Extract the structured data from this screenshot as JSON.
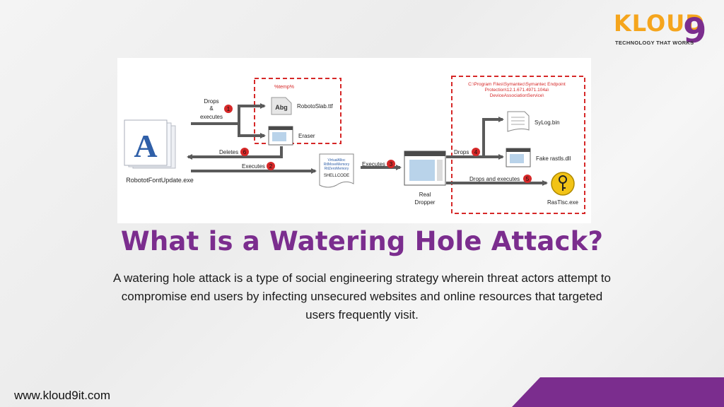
{
  "brand": {
    "logo_word": "KLOUD",
    "logo_digit": "9",
    "tagline": "TECHNOLOGY THAT WORKS",
    "colors": {
      "orange": "#f5a51d",
      "purple": "#7b2d8e",
      "red": "#d62828",
      "gray": "#5a5a5a"
    }
  },
  "diagram": {
    "source_file": "RobototFontUpdate.exe",
    "temp_box_label": "%temp%",
    "dropped_font": "RobotoSlab.ttf",
    "font_glyph": "Abg",
    "eraser": "Eraser",
    "shellcode_lines": [
      "VirtualAlloc",
      "RtlMoveMemory",
      "RtlZeroMemory"
    ],
    "shellcode_label": "SHELLCODE",
    "dropper_line1": "Real",
    "dropper_line2": "Dropper",
    "symantec_path_lines": [
      "C:\\Program Files\\Symantec\\Symantec Endpoint",
      "Protection\\12.1.671.4971.104a\\",
      "DeviceAssociationService\\"
    ],
    "sylog": "SyLog.bin",
    "fake_dll": "Fake rastls.dll",
    "rastlsc": "RasTlsc.exe",
    "step1_label_lines": [
      "Drops",
      "&",
      "executes"
    ],
    "step2_label": "Executes",
    "step3_label": "Executes",
    "step4_label": "Drops",
    "step5_label": "Drops and executes",
    "step6_label": "Deletes",
    "step_numbers": [
      "1",
      "2",
      "3",
      "4",
      "5",
      "6"
    ]
  },
  "content": {
    "title": "What is a Watering Hole Attack?",
    "description": "A watering hole attack is a type of social engineering strategy wherein threat actors attempt to compromise end users by infecting unsecured websites and online resources that targeted users frequently visit."
  },
  "footer": {
    "url": "www.kloud9it.com"
  }
}
